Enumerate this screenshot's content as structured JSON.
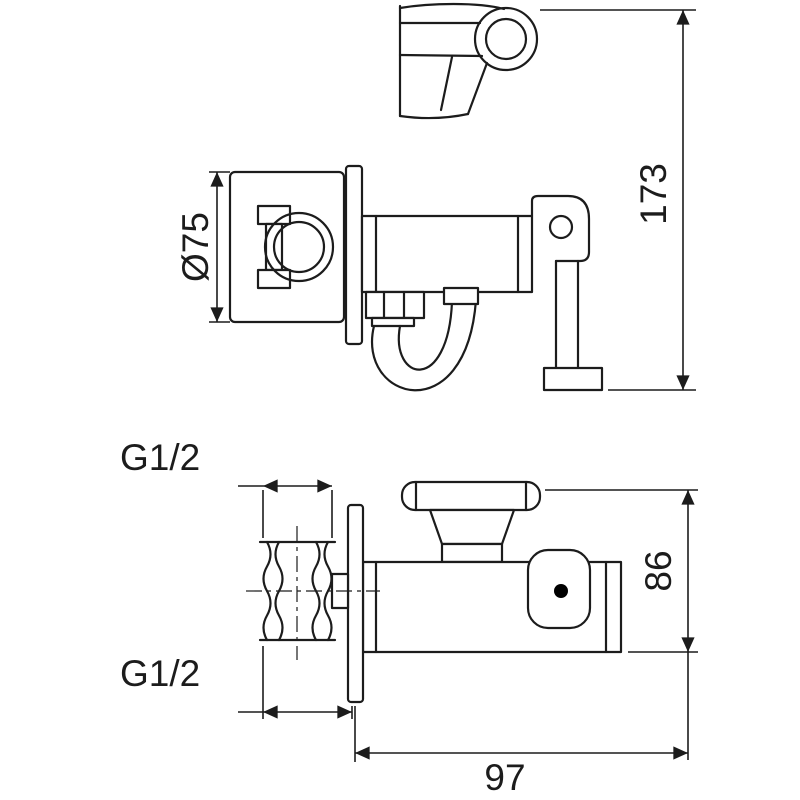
{
  "drawing": {
    "kind": "technical-line-drawing",
    "colors": {
      "line": "#1c1c1c",
      "background": "#ffffff",
      "hole_dot": "#000000"
    },
    "dimensions": {
      "front": {
        "diameter": "Ø75",
        "height": "173"
      },
      "side": {
        "thread_top": "G1/2",
        "thread_bottom": "G1/2",
        "height": "86",
        "depth": "97"
      }
    }
  }
}
